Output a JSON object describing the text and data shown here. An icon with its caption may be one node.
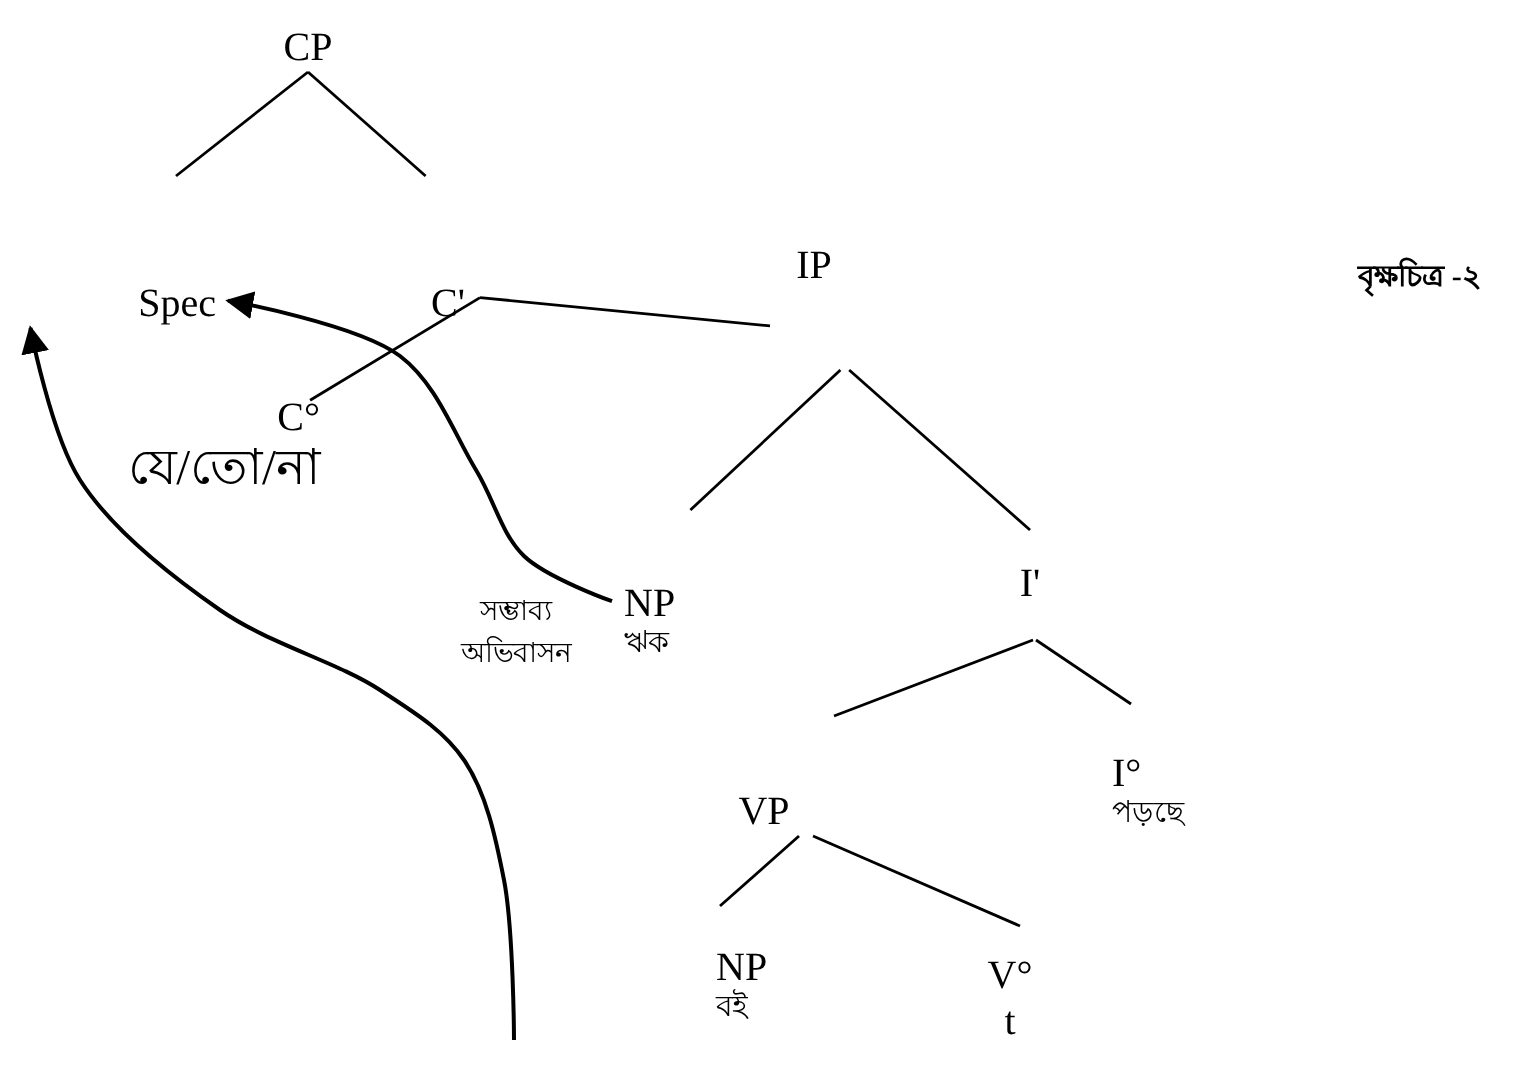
{
  "diagram": {
    "nodes": [
      {
        "text": [
          "CP"
        ]
      },
      {
        "text": [
          "Spec"
        ]
      },
      {
        "text": [
          "C'"
        ]
      },
      {
        "text": [
          "C°",
          "যে/তো/না"
        ]
      },
      {
        "text": [
          "IP"
        ]
      },
      {
        "text": [
          "NP",
          "ঋক"
        ]
      },
      {
        "text": [
          "I'"
        ]
      },
      {
        "text": [
          "VP"
        ]
      },
      {
        "text": [
          "I°",
          "পড়ছে"
        ]
      },
      {
        "text": [
          "NP",
          "বই"
        ]
      },
      {
        "text": [
          "V°",
          "t"
        ]
      }
    ],
    "edges": [
      {
        "from": 0,
        "to": 1,
        "arrow": "none"
      },
      {
        "from": 0,
        "to": 2,
        "arrow": "none"
      },
      {
        "from": 2,
        "to": 3,
        "arrow": "none"
      },
      {
        "from": 2,
        "to": 4,
        "arrow": "none"
      },
      {
        "from": 4,
        "to": 5,
        "arrow": "none"
      },
      {
        "from": 4,
        "to": 6,
        "arrow": "none"
      },
      {
        "from": 6,
        "to": 7,
        "arrow": "none"
      },
      {
        "from": 6,
        "to": 8,
        "arrow": "none"
      },
      {
        "from": 7,
        "to": 9,
        "arrow": "none"
      },
      {
        "from": 7,
        "to": 10,
        "arrow": "none"
      },
      {
        "from": 5,
        "to": 1,
        "arrow": "to"
      },
      {
        "from": null,
        "to": 1,
        "arrow": "to"
      }
    ],
    "labels": [
      "বৃক্ষচিত্র -২",
      "সম্ভাব্য অভিবাসন"
    ]
  }
}
